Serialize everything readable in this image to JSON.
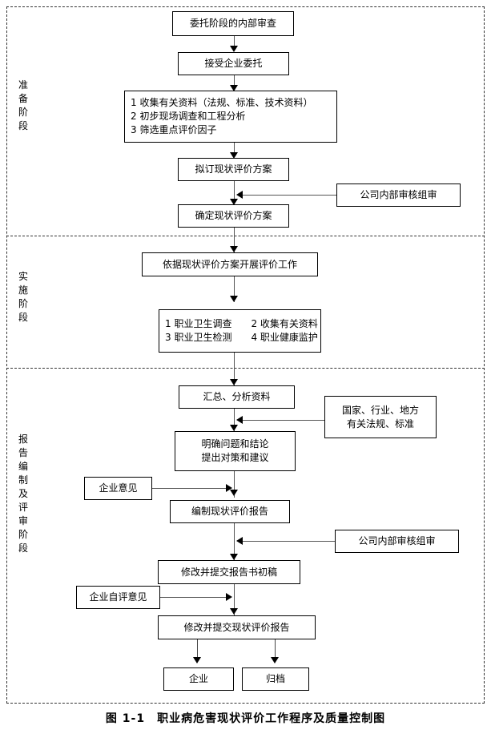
{
  "figure": {
    "caption": "图 1-1　职业病危害现状评价工作程序及质量控制图"
  },
  "phases": [
    {
      "name": "preparation",
      "label": "准备阶段"
    },
    {
      "name": "implementation",
      "label": "实施阶段"
    },
    {
      "name": "report",
      "label": "报告编制及评审阶段"
    }
  ],
  "nodes": {
    "internal_review": "委托阶段的内部审查",
    "accept_commission": "接受企业委托",
    "collect_tasks": "1 收集有关资料（法规、标准、技术资料）\n2 初步现场调查和工程分析\n3 筛选重点评价因子",
    "draft_plan": "拟订现状评价方案",
    "confirm_plan": "确定现状评价方案",
    "internal_audit_group_1": "公司内部审核组审",
    "carry_out_work": "依据现状评价方案开展评价工作",
    "field_tasks": "1 职业卫生调查　　2 收集有关资料\n3 职业卫生检测　　4 职业健康监护",
    "summarize_analyze": "汇总、分析资料",
    "laws_standards": "国家、行业、地方\n有关法规、标准",
    "clarify_conclusions": "明确问题和结论\n提出对策和建议",
    "enterprise_opinion": "企业意见",
    "compile_report": "编制现状评价报告",
    "internal_audit_group_2": "公司内部审核组审",
    "submit_draft": "修改并提交报告书初稿",
    "enterprise_self_opinion": "企业自评意见",
    "submit_final_report": "修改并提交现状评价报告",
    "enterprise": "企业",
    "archive": "归档"
  },
  "colors": {
    "line": "#555555",
    "border": "#000000",
    "frame": "#333333",
    "background": "#ffffff"
  }
}
